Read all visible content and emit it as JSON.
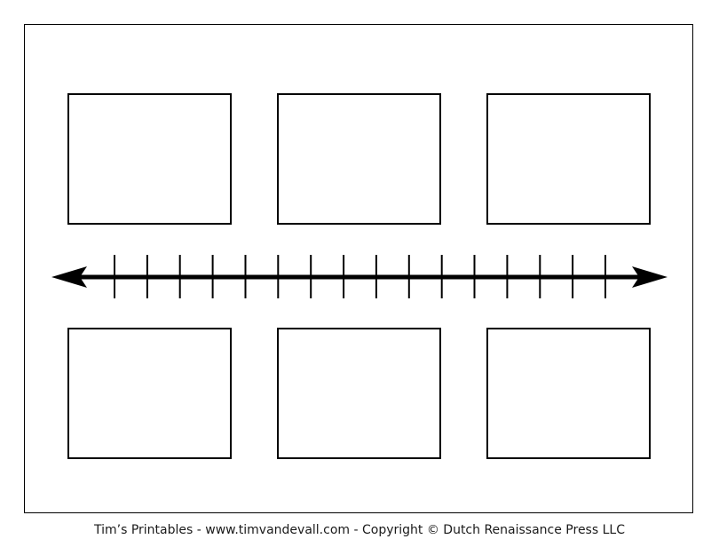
{
  "footer": {
    "credit": "Tim’s Printables - www.timvandevall.com  - Copyright © Dutch Renaissance Press LLC"
  },
  "timeline": {
    "tick_count": 16,
    "arrows": "both ends"
  },
  "event_boxes": {
    "top_row_count": 3,
    "bottom_row_count": 3
  },
  "colors": {
    "line": "#000000",
    "background": "#ffffff"
  }
}
